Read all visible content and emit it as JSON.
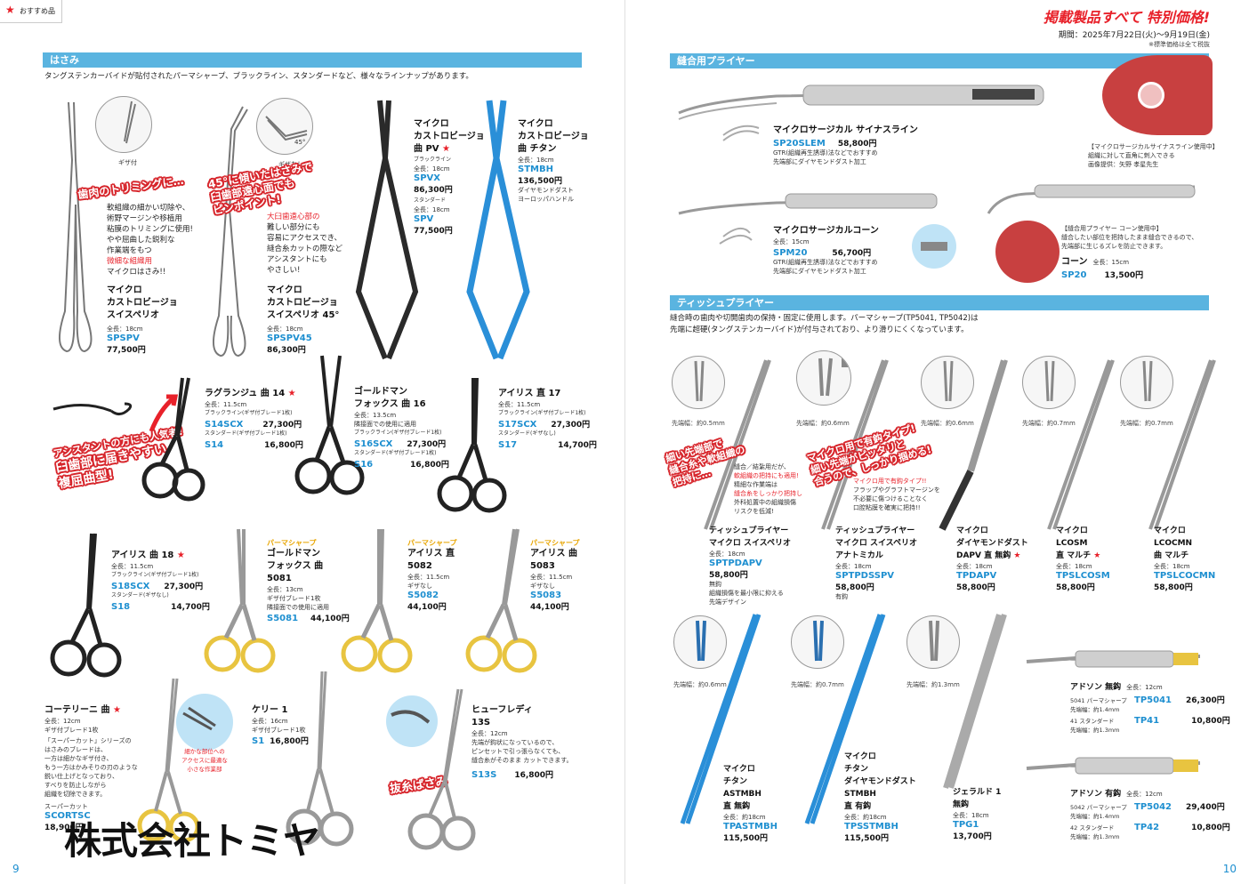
{
  "header": {
    "left_tag": "おすすめ品",
    "sale_title": "掲載製品すべて 特別価格!",
    "sale_period": "期間：2025年7月22日(火)～9月19日(金)",
    "tax_note": "※標準価格は全て税抜"
  },
  "scissors": {
    "section_title": "はさみ",
    "intro": "タングステンカーバイドが貼付されたパーマシャープ、ブラックライン、スタンダードなど、様々なラインナップがあります。",
    "callouts": {
      "gum_trim": "歯肉のトリミングに…",
      "tilt45_1": "45°に傾いたはさみで",
      "tilt45_2": "臼歯部遠心面でも",
      "tilt45_3": "ピンポイント!",
      "assistant_1": "アシスタントの方にも人気者!",
      "assistant_2": "臼歯部に届きやすい",
      "assistant_3": "複屈曲型!",
      "suture_removal": "抜糸ばさみ"
    },
    "spspv_desc": [
      "軟組織の細かい切除や、",
      "術野マージンや移植用",
      "粘膜のトリミングに使用!",
      "やや屈曲した鋭利な",
      "作業端をもつ",
      "微細な組織用",
      "マイクロはさみ!!"
    ],
    "spspv45_desc": [
      "大臼歯遠心部の",
      "難しい部分にも",
      "容易にアクセスでき、",
      "縫合糸カットの際など",
      "アシスタントにも",
      "やさしい!"
    ],
    "bubble_labels": {
      "serrated": "ギザ付",
      "no_serration": "ギザなし",
      "angle": "45°"
    },
    "products": {
      "spspv": {
        "name1": "マイクロ",
        "name2": "カストロビージョ",
        "name3": "スイスペリオ",
        "length": "全長：18cm",
        "code": "SPSPV",
        "price": "77,500円"
      },
      "spspv45": {
        "name1": "マイクロ",
        "name2": "カストロビージョ",
        "name3": "スイスペリオ 45°",
        "length": "全長：18cm",
        "code": "SPSPV45",
        "price": "86,300円"
      },
      "spv": {
        "name1": "マイクロ",
        "name2": "カストロビージョ",
        "name3": "曲 PV",
        "line1": "ブラックライン",
        "len1": "全長：18cm",
        "code1": "SPVX",
        "price1": "86,300円",
        "line2": "スタンダード",
        "len2": "全長：18cm",
        "code2": "SPV",
        "price2": "77,500円"
      },
      "stmbh": {
        "name1": "マイクロ",
        "name2": "カストロビージョ",
        "name3": "曲 チタン",
        "length": "全長：18cm",
        "code": "STMBH",
        "price": "136,500円",
        "desc1": "ダイヤモンドダスト",
        "desc2": "ヨーロッパハンドル"
      },
      "s14": {
        "name": "ラグランジュ 曲 14",
        "length": "全長：11.5cm",
        "line1": "ブラックライン(ギザ付ブレード1枚)",
        "code1": "S14SCX",
        "price1": "27,300円",
        "line2": "スタンダード(ギザ付ブレード1枚)",
        "code2": "S14",
        "price2": "16,800円"
      },
      "s16": {
        "name1": "ゴールドマン",
        "name2": "フォックス 曲 16",
        "length": "全長：13.5cm",
        "note": "隣接面での使用に適用",
        "line1": "ブラックライン(ギザ付ブレード1枚)",
        "code1": "S16SCX",
        "price1": "27,300円",
        "line2": "スタンダード(ギザ付ブレード1枚)",
        "code2": "S16",
        "price2": "16,800円"
      },
      "s17": {
        "name": "アイリス 直 17",
        "length": "全長：11.5cm",
        "line1": "ブラックライン(ギザ付ブレード1枚)",
        "code1": "S17SCX",
        "price1": "27,300円",
        "line2": "スタンダード(ギザなし)",
        "code2": "S17",
        "price2": "14,700円"
      },
      "s18": {
        "name": "アイリス 曲 18",
        "length": "全長：11.5cm",
        "line1": "ブラックライン(ギザ付ブレード1枚)",
        "code1": "S18SCX",
        "price1": "27,300円",
        "line2": "スタンダード(ギザなし)",
        "code2": "S18",
        "price2": "14,700円"
      },
      "s5081": {
        "tag": "パーマシャープ",
        "name1": "ゴールドマン",
        "name2": "フォックス 曲",
        "name3": "5081",
        "length": "全長：13cm",
        "note1": "ギザ付ブレード1枚",
        "note2": "隣接面での使用に適用",
        "code": "S5081",
        "price": "44,100円"
      },
      "s5082": {
        "tag": "パーマシャープ",
        "name1": "アイリス 直",
        "name2": "5082",
        "length": "全長：11.5cm",
        "note": "ギザなし",
        "code": "S5082",
        "price": "44,100円"
      },
      "s5083": {
        "tag": "パーマシャープ",
        "name1": "アイリス 曲",
        "name2": "5083",
        "length": "全長：11.5cm",
        "note": "ギザなし",
        "code": "S5083",
        "price": "44,100円"
      },
      "scortsc": {
        "name": "コーテリーニ 曲",
        "length": "全長：12cm",
        "note1": "ギザ付ブレード1枚",
        "desc": [
          "「スーパーカット」シリーズの",
          "はさみのブレードは、",
          "一方は細かなギザ付き、",
          "もう一方はかみそりの刃のような",
          "鋭い仕上げとなっており、",
          "すべりを防止しながら",
          "組織を切除できます。"
        ],
        "line": "スーパーカット",
        "code": "SCORTSC",
        "price": "18,900円"
      },
      "s1": {
        "name": "ケリー 1",
        "length": "全長：16cm",
        "note": "ギザ付ブレード1枚",
        "code": "S1",
        "price": "16,800円"
      },
      "s13s": {
        "name1": "ヒューフレディ",
        "name2": "13S",
        "length": "全長：12cm",
        "desc": [
          "先端が鈎状になっているので、",
          "ピンセットで引っ張らなくても、",
          "縫合糸がそのまま カットできます。"
        ],
        "code": "S13S",
        "price": "16,800円"
      }
    },
    "access_bubble": [
      "細かな部位への",
      "アクセスに最適な",
      "小さな作業部"
    ],
    "watermark": "株式会社トミヤ",
    "page_number": "9"
  },
  "suture_pliers": {
    "section_title": "縫合用プライヤー",
    "sp20slem": {
      "name": "マイクロサージカル サイナスライン",
      "code": "SP20SLEM",
      "price": "58,800円",
      "desc1": "GTR(組織再生誘導)法などでおすすめ",
      "desc2": "先端部にダイヤモンドダスト加工"
    },
    "spm20": {
      "name": "マイクロサージカルコーン",
      "length": "全長：15cm",
      "code": "SPM20",
      "price": "56,700円",
      "desc1": "GTR(組織再生誘導)法などでおすすめ",
      "desc2": "先端部にダイヤモンドダスト加工"
    },
    "photo1_caption": [
      "【マイクロサージカルサイナスライン使用中】",
      "組織に対して直角に刺入できる",
      "画像提供：矢野 孝星先生"
    ],
    "photo2_caption": [
      "【縫合用プライヤー コーン使用中】",
      "縫合したい部位を把持したまま縫合できるので、",
      "先端部に生じるズレを防止できます。"
    ],
    "sp20": {
      "name": "コーン",
      "length": "全長：15cm",
      "code": "SP20",
      "price": "13,500円"
    }
  },
  "tissue_pliers": {
    "section_title": "ティッシュプライヤー",
    "intro1": "縫合時の歯肉や切開歯肉の保持・固定に使用します。パーマシャープ(TP5041, TP5042)は",
    "intro2": "先端に超硬(タングステンカーバイド)が付与されており、より滑りにくくなっています。",
    "tip_widths": [
      "先端幅：約0.5mm",
      "先端幅：約0.6mm",
      "先端幅：約0.6mm",
      "先端幅：約0.7mm",
      "先端幅：約0.7mm",
      "先端幅：約0.6mm",
      "先端幅：約0.7mm",
      "先端幅：約1.3mm"
    ],
    "callouts": {
      "thin_1": "細い先端部で",
      "thin_2": "縫合糸や軟組織の",
      "thin_3": "把持に…",
      "hook_1": "マイクロ用で有鈎タイプ!",
      "hook_2": "細い先端がピッタリと",
      "hook_3": "合うので、しっかり掴める!"
    },
    "desc_a": [
      "縫合／結紮用だが、",
      "軟組織の把持にも適用!",
      "精細な作業端は",
      "縫合糸をしっかり把持し",
      "外科処置中の組織損傷",
      "リスクを低減!"
    ],
    "desc_b": [
      "マイクロ用で有鈎タイプ!!",
      "フラップやグラフトマージンを",
      "不必要に傷つけることなく",
      "口腔粘膜を確実に把持!!"
    ],
    "products": {
      "sptpdapv": {
        "name1": "ティッシュプライヤー",
        "name2": "マイクロ スイスペリオ",
        "length": "全長：18cm",
        "code": "SPTPDAPV",
        "price": "58,800円",
        "note1": "無鈎",
        "note2": "組織損傷を最小限に抑える",
        "note3": "先端デザイン"
      },
      "sptpdsspv": {
        "name1": "ティッシュプライヤー",
        "name2": "マイクロ スイスペリオ",
        "name3": "アナトミカル",
        "length": "全長：18cm",
        "code": "SPTPDSSPV",
        "price": "58,800円",
        "note": "有鈎"
      },
      "tpdapv": {
        "name1": "マイクロ",
        "name2": "ダイヤモンドダスト",
        "name3": "DAPV 直 無鈎",
        "length": "全長：18cm",
        "code": "TPDAPV",
        "price": "58,800円"
      },
      "tplcosm": {
        "name1": "マイクロ",
        "name2": "LCOSM",
        "name3": "直 マルチ",
        "length": "全長：18cm",
        "code": "TPSLCOSM",
        "price": "58,800円"
      },
      "tplcocmn": {
        "name1": "マイクロ",
        "name2": "LCOCMN",
        "name3": "曲 マルチ",
        "length": "全長：18cm",
        "code": "TPSLCOCMN",
        "price": "58,800円"
      },
      "astmbh": {
        "name1": "マイクロ",
        "name2": "チタン",
        "name3": "ASTMBH",
        "name4": "直 無鈎",
        "length": "全長：約18cm",
        "code": "TPASTMBH",
        "price": "115,500円"
      },
      "sstmbh": {
        "name1": "マイクロ",
        "name2": "チタン",
        "name3": "ダイヤモンドダスト",
        "name4": "STMBH",
        "name5": "直 有鈎",
        "length": "全長：約18cm",
        "code": "TPSSTMBH",
        "price": "115,500円"
      },
      "tpg1": {
        "name1": "ジェラルド 1",
        "name2": "無鈎",
        "length": "全長：18cm",
        "code": "TPG1",
        "price": "13,700円"
      },
      "adson_no_hook": {
        "name": "アドソン 無鈎",
        "length": "全長：12cm",
        "line1": "5041 パーマシャープ",
        "tip1": "先端幅：約1.4mm",
        "code1": "TP5041",
        "price1": "26,300円",
        "line2": "41 スタンダード",
        "tip2": "先端幅：約1.3mm",
        "code2": "TP41",
        "price2": "10,800円"
      },
      "adson_hook": {
        "name": "アドソン 有鈎",
        "length": "全長：12cm",
        "line1": "5042 パーマシャープ",
        "tip1": "先端幅：約1.4mm",
        "code1": "TP5042",
        "price1": "29,400円",
        "line2": "42 スタンダード",
        "tip2": "先端幅：約1.3mm",
        "code2": "TP42",
        "price2": "10,800円"
      }
    },
    "page_number": "10"
  },
  "colors": {
    "accent_blue": "#5ab4e0",
    "code_blue": "#1e8fd0",
    "red": "#e8212a",
    "gold": "#e8c440",
    "titanium_blue": "#2a8fd8"
  }
}
